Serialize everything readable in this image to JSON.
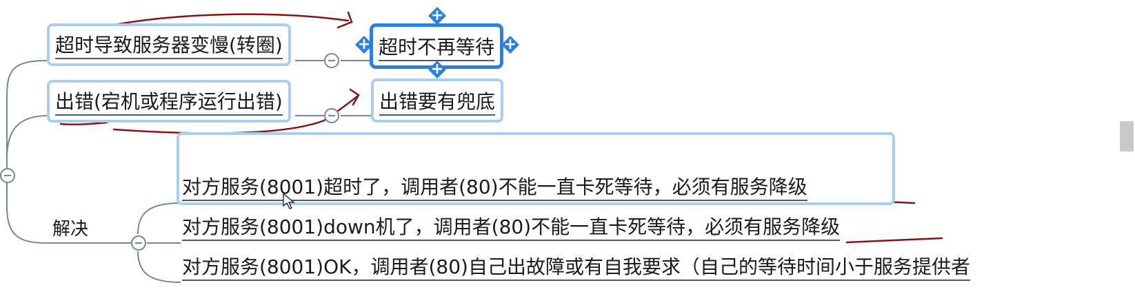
{
  "nodes": {
    "timeout_slow": "超时导致服务器变慢(转圈)",
    "timeout_no_wait": "超时不再等待",
    "error_crash": "出错(宕机或程序运行出错)",
    "error_fallback": "出错要有兜底",
    "solution": "解决",
    "solution_items": [
      "对方服务(8001)超时了，调用者(80)不能一直卡死等待，必须有服务降级",
      "对方服务(8001)down机了，调用者(80)不能一直卡死等待，必须有服务降级",
      "对方服务(8001)OK，调用者(80)自己出故障或有自我要求（自己的等待时间小于服务提供者"
    ]
  },
  "colors": {
    "selected_border": "#2a7fe0",
    "node_border": "#a9cdf5",
    "connector": "#7a8593",
    "annotation": "#8b1010"
  },
  "icons": {
    "collapse": "minus-circle-icon",
    "add": "plus-icon",
    "cursor": "mouse-pointer-icon"
  }
}
